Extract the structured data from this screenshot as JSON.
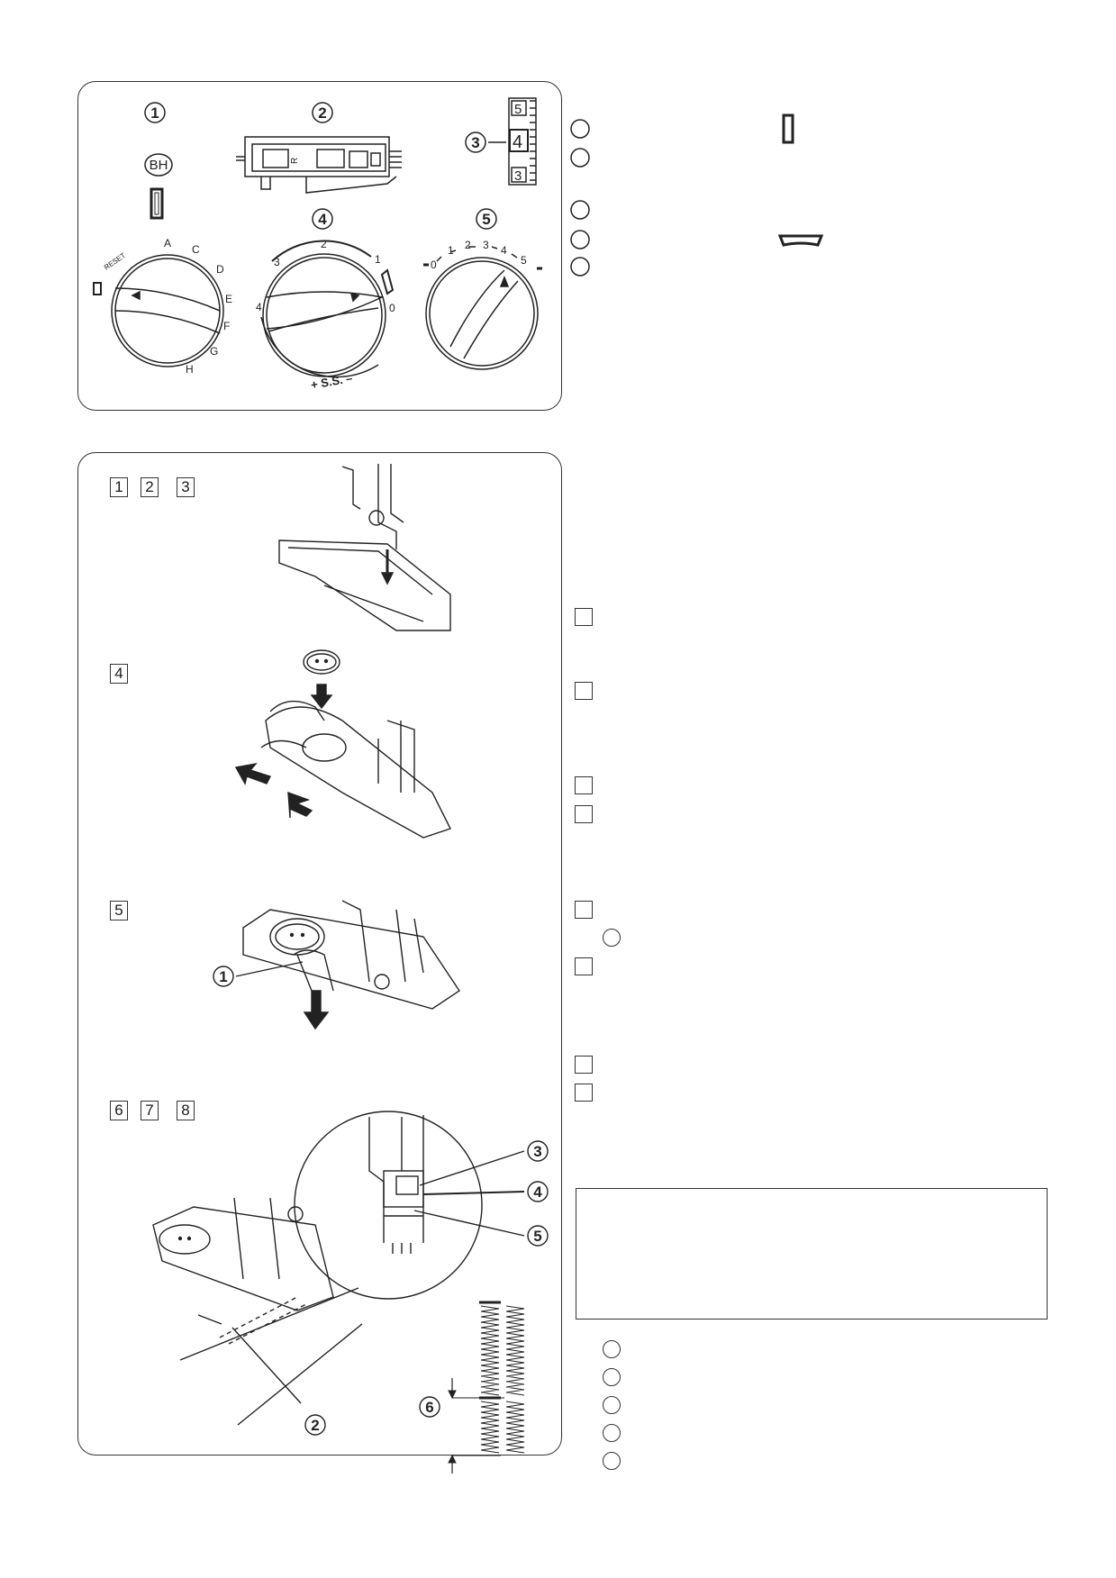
{
  "top_panel": {
    "callouts": [
      "1",
      "2",
      "3",
      "4",
      "5"
    ],
    "bh_label": "BH",
    "reset_label": "RESET",
    "dial_a_letters": [
      "A",
      "C",
      "D",
      "E",
      "F",
      "G",
      "H"
    ],
    "dial_b_numbers": [
      "2",
      "1",
      "0",
      "3",
      "4"
    ],
    "dial_b_ss": "+ S.S. –",
    "dial_c_numbers": [
      "0",
      "1",
      "2",
      "3",
      "4",
      "5"
    ],
    "scale_numbers": [
      "5",
      "4",
      "3"
    ],
    "foot_letter": "R"
  },
  "bottom_panel": {
    "step_groups": [
      [
        "1",
        "2",
        "3"
      ],
      [
        "4"
      ],
      [
        "5"
      ],
      [
        "6",
        "7",
        "8"
      ]
    ],
    "callouts": [
      "1",
      "2",
      "3",
      "4",
      "5",
      "6"
    ]
  }
}
